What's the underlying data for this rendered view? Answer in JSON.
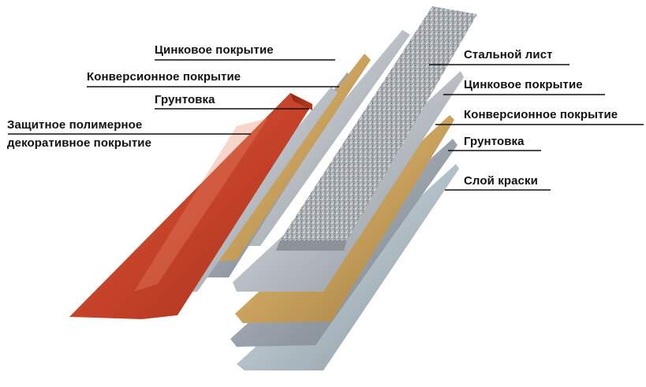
{
  "diagram": {
    "labels_left": {
      "zinc": "Цинковое покрытие",
      "conversion": "Конверсионное покрытие",
      "primer": "Грунтовка",
      "polymer_line1": "Защитное полимерное",
      "polymer_line2": "декоративное покрытие"
    },
    "labels_right": {
      "steel": "Стальной лист",
      "zinc": "Цинковое покрытие",
      "conversion": "Конверсионное покрытие",
      "primer": "Грунтовка",
      "paint": "Слой краски"
    },
    "colors": {
      "polymer": "#c8452a",
      "primer": "#c9a25e",
      "zinc": "#b8bec4",
      "conversion": "#9aa3ab",
      "steel": "#a8adb1",
      "paint": "#b3c0c8"
    }
  }
}
